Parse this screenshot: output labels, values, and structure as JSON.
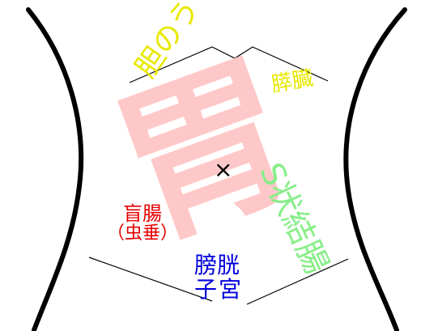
{
  "labels": {
    "stomach": "胃",
    "gallbladder": "胆のう",
    "pancreas": "膵臓",
    "cecum_line1": "盲腸",
    "cecum_line2": "（虫垂）",
    "sigmoid_colon": "S状結腸",
    "bladder": "膀胱",
    "uterus": "子宮"
  },
  "center_mark": "×",
  "colors": {
    "stomach": "#ffc8c8",
    "gallbladder_pancreas": "#e8e800",
    "cecum": "#e60000",
    "sigmoid_colon": "#88ee88",
    "bladder_uterus": "#0000dd",
    "outline": "#000000"
  }
}
